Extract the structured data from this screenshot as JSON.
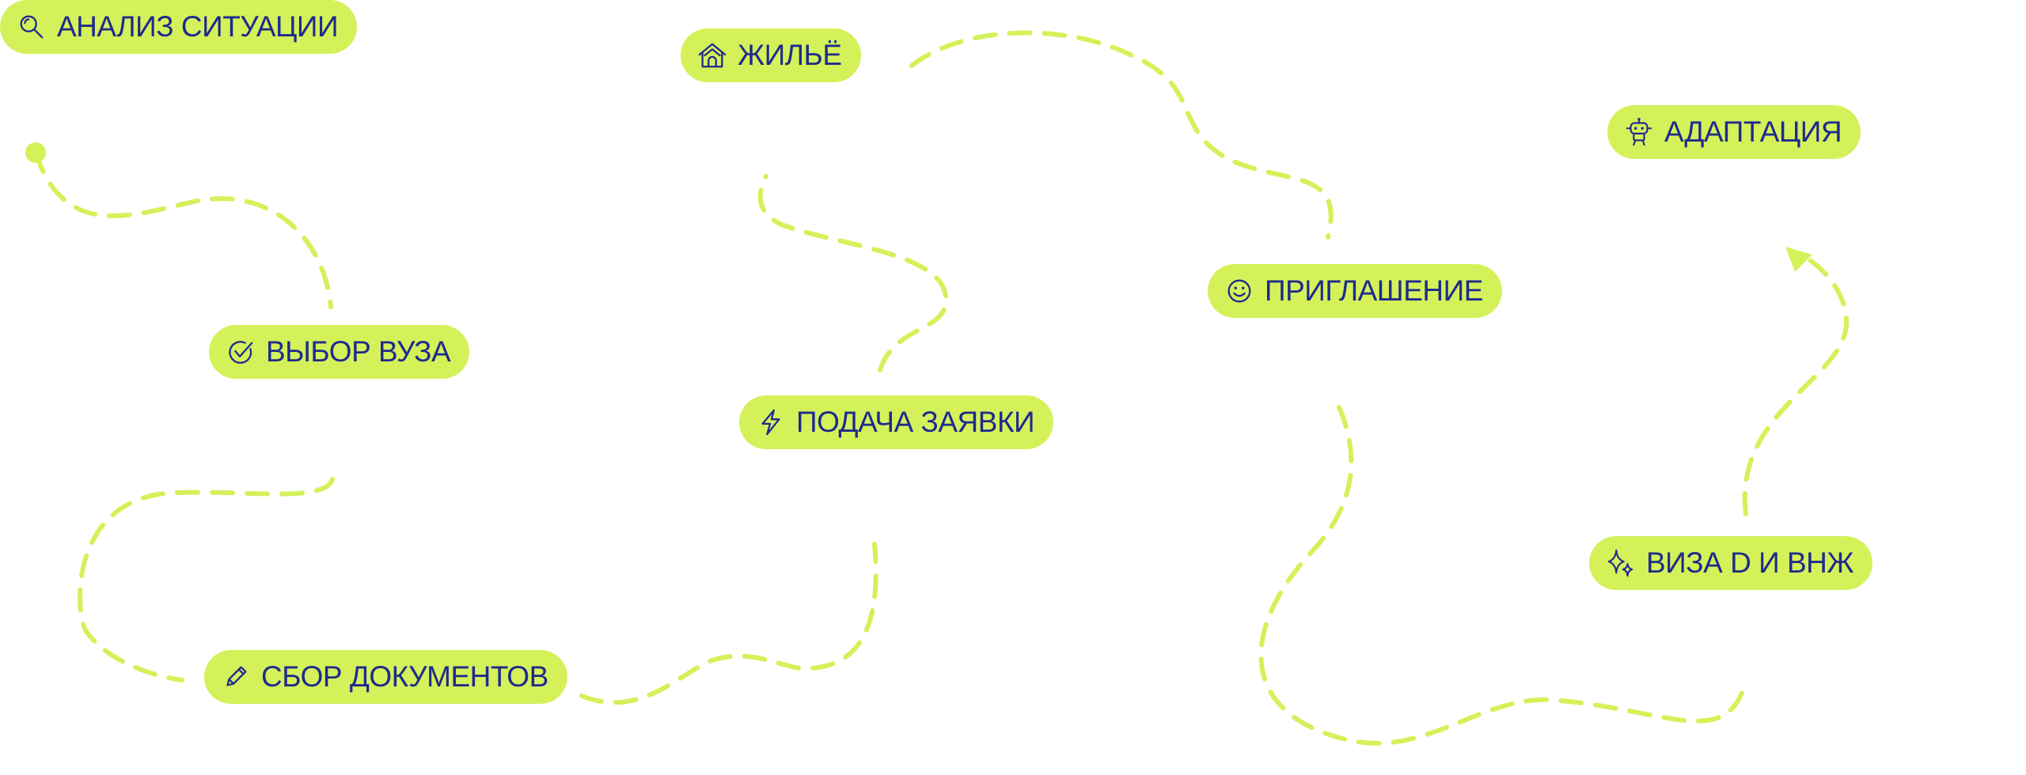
{
  "colors": {
    "accent": "#d4f15a",
    "text": "#1f2a8c",
    "path": "#d4f15a"
  },
  "steps": [
    {
      "id": "analysis",
      "label": "АНАЛИЗ СИТУАЦИИ",
      "icon": "search-icon"
    },
    {
      "id": "university",
      "label": "ВЫБОР ВУЗА",
      "icon": "check-circle-icon"
    },
    {
      "id": "documents",
      "label": "СБОР ДОКУМЕНТОВ",
      "icon": "pencil-icon"
    },
    {
      "id": "application",
      "label": "ПОДАЧА ЗАЯВКИ",
      "icon": "lightning-icon"
    },
    {
      "id": "housing",
      "label": "ЖИЛЬЁ",
      "icon": "house-icon"
    },
    {
      "id": "invitation",
      "label": "ПРИГЛАШЕНИЕ",
      "icon": "smiley-icon"
    },
    {
      "id": "visa",
      "label": "ВИЗА D И ВНЖ",
      "icon": "sparkle-icon"
    },
    {
      "id": "adaptation",
      "label": "АДАПТАЦИЯ",
      "icon": "robot-icon"
    }
  ]
}
